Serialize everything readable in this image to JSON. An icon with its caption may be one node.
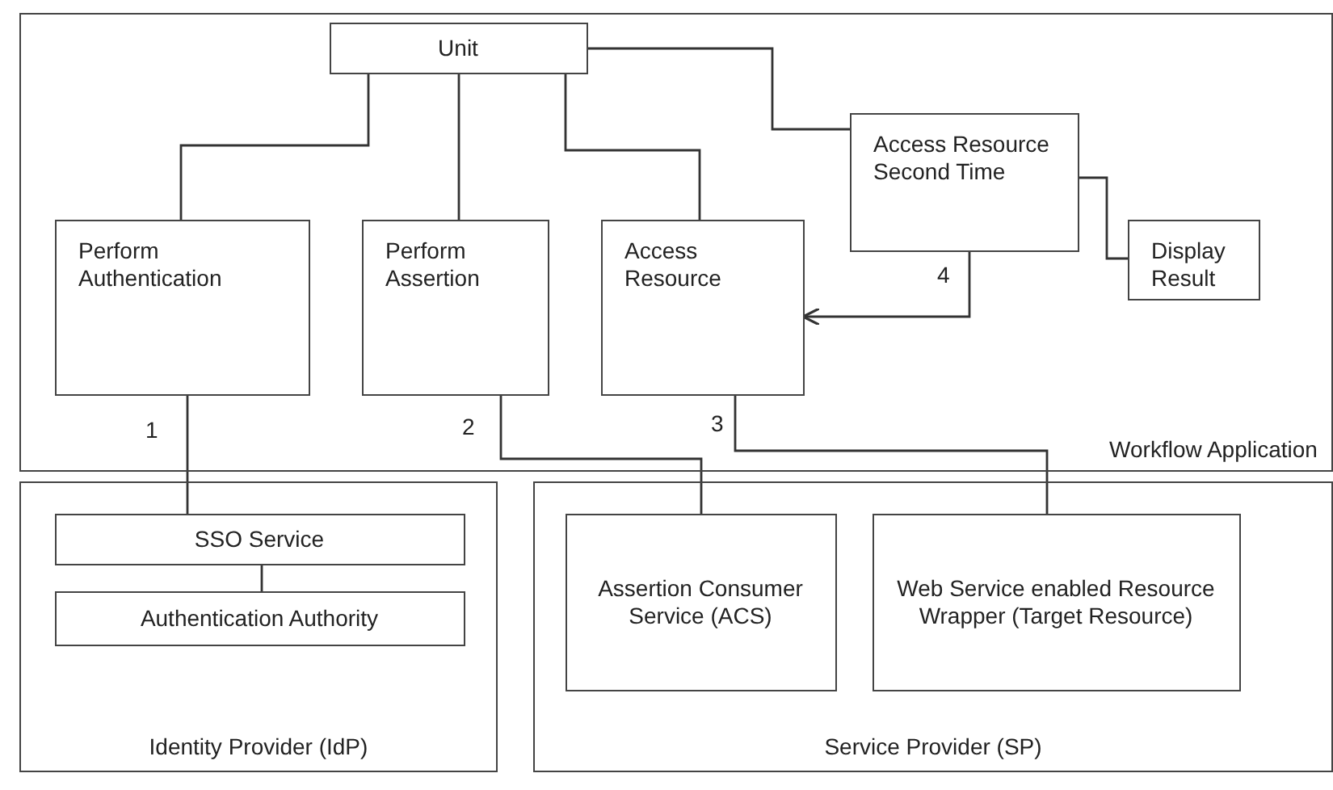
{
  "diagram": {
    "nodes": [
      {
        "text": [
          "Workflow Application"
        ]
      },
      {
        "text": [
          "Unit"
        ],
        "in": 0
      },
      {
        "text": [
          "Perform Authentication"
        ],
        "in": 0
      },
      {
        "text": [
          "Perform Assertion"
        ],
        "in": 0
      },
      {
        "text": [
          "Access Resource"
        ],
        "in": 0
      },
      {
        "text": [
          "Access Resource Second Time"
        ],
        "in": 0
      },
      {
        "text": [
          "Display Result"
        ],
        "in": 0
      },
      {
        "text": [
          "Identity Provider (IdP)"
        ]
      },
      {
        "text": [
          "SSO Service"
        ],
        "in": 7
      },
      {
        "text": [
          "Authentication Authority"
        ],
        "in": 7
      },
      {
        "text": [
          "Service Provider (SP)"
        ]
      },
      {
        "text": [
          "Assertion Consumer Service (ACS)"
        ],
        "in": 10
      },
      {
        "text": [
          "Web Service enabled Resource Wrapper (Target Resource)"
        ],
        "in": 10
      }
    ],
    "edges": [
      {
        "from": 1,
        "to": 2,
        "arrow": "none"
      },
      {
        "from": 1,
        "to": 3,
        "arrow": "none"
      },
      {
        "from": 1,
        "to": 4,
        "arrow": "none"
      },
      {
        "from": 1,
        "to": 5,
        "arrow": "none"
      },
      {
        "from": 5,
        "to": 6,
        "arrow": "none"
      },
      {
        "from": 5,
        "to": 4,
        "arrow": "to",
        "label": "4"
      },
      {
        "from": 2,
        "to": 8,
        "arrow": "none",
        "label": "1"
      },
      {
        "from": 3,
        "to": 11,
        "arrow": "none",
        "label": "2"
      },
      {
        "from": 4,
        "to": 12,
        "arrow": "none",
        "label": "3"
      },
      {
        "from": 8,
        "to": 9,
        "arrow": "none"
      }
    ]
  }
}
